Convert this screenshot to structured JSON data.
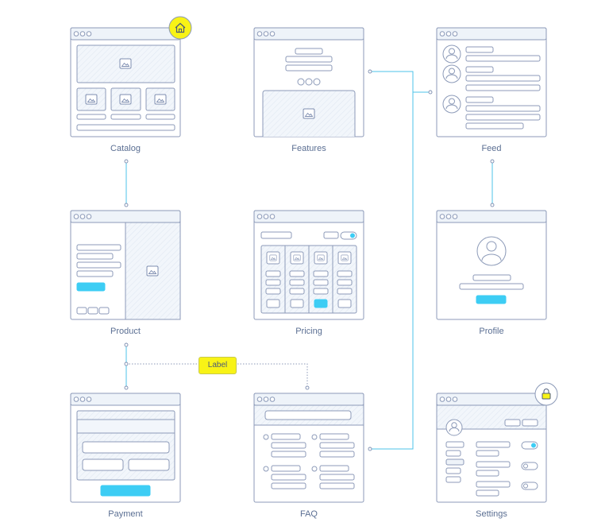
{
  "screens": [
    {
      "id": "catalog",
      "label": "Catalog"
    },
    {
      "id": "features",
      "label": "Features"
    },
    {
      "id": "feed",
      "label": "Feed"
    },
    {
      "id": "product",
      "label": "Product"
    },
    {
      "id": "pricing",
      "label": "Pricing"
    },
    {
      "id": "profile",
      "label": "Profile"
    },
    {
      "id": "payment",
      "label": "Payment"
    },
    {
      "id": "faq",
      "label": "FAQ"
    },
    {
      "id": "settings",
      "label": "Settings"
    }
  ],
  "connector_tag": "Label",
  "badges": [
    {
      "screen": "catalog",
      "icon": "home-icon",
      "color": "#f8f316"
    },
    {
      "screen": "settings",
      "icon": "lock-icon",
      "color": "#ffffff"
    }
  ],
  "colors": {
    "stroke": "#8c9ab8",
    "frame_fill": "#f2f6fb",
    "accent": "#3dcdf4",
    "connector": "#4cc3e8",
    "highlight": "#f8f316"
  }
}
